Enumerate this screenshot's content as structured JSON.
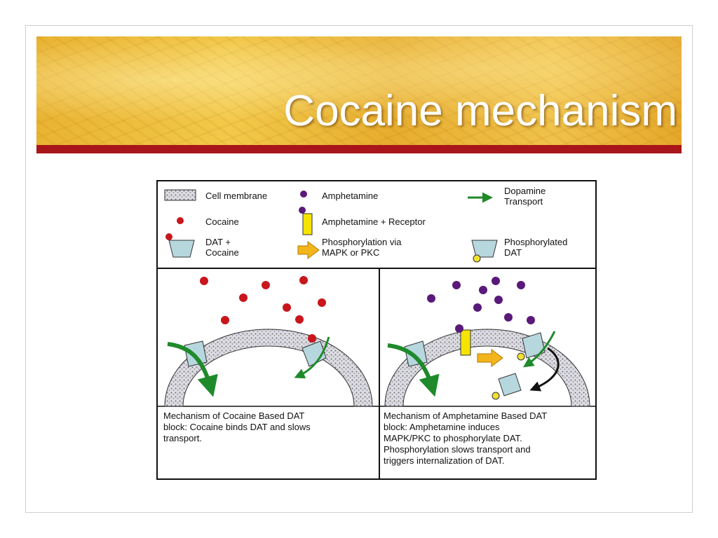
{
  "slide": {
    "title": "Cocaine mechanism",
    "colors": {
      "banner": "#e9b332",
      "stripe": "#a8151a",
      "title_text": "#ffffff"
    }
  },
  "legend": {
    "cell_membrane": "Cell membrane",
    "amphetamine": "Amphetamine",
    "dopamine_transport": [
      "Dopamine",
      "Transport"
    ],
    "cocaine": "Cocaine",
    "amphetamine_receptor": "Amphetamine + Receptor",
    "dat_cocaine": [
      "DAT +",
      "Cocaine"
    ],
    "phosphorylation": [
      "Phosphorylation via",
      "MAPK or PKC"
    ],
    "phosphorylated_dat": [
      "Phosphorylated",
      "DAT"
    ]
  },
  "captions": {
    "left": [
      "Mechanism of Cocaine Based DAT",
      "block:  Cocaine binds DAT and slows",
      "transport."
    ],
    "right": [
      "Mechanism of Amphetamine Based DAT",
      "block:  Amphetamine induces",
      "MAPK/PKC to phosphorylate DAT.",
      "Phosphorylation slows transport and",
      "triggers internalization of DAT."
    ]
  },
  "colors": {
    "cocaine": "#c8161c",
    "amphetamine": "#5a1a7a",
    "transport_arrow": "#1f8a2a",
    "dat": "#b7d7de",
    "receptor": "#f5e400",
    "phospho_arrow": "#f2b51b",
    "phosphate": "#f0e030",
    "membrane": "#9a9aa2"
  },
  "icons": [
    "membrane-swatch-icon",
    "dot-icon",
    "arrow-icon",
    "dat-icon",
    "receptor-icon"
  ]
}
